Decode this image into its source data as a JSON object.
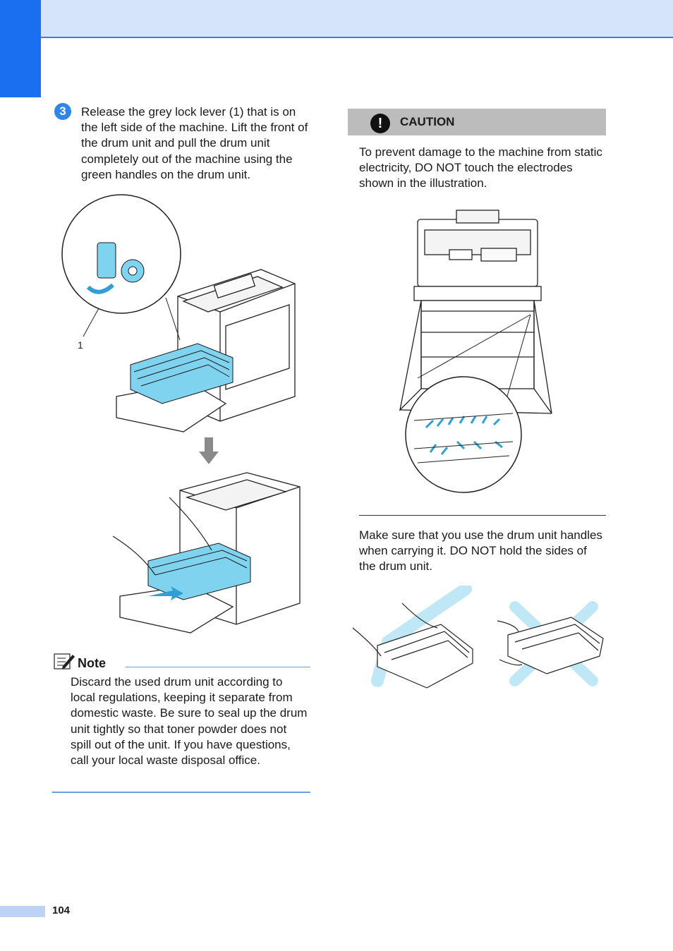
{
  "step": {
    "number": "3",
    "text": "Release the grey lock lever (1) that is on the left side of the machine. Lift the front of the drum unit and pull the drum unit completely out of the machine using the green handles on the drum unit."
  },
  "figures": {
    "lock_lever_callout": "1"
  },
  "note": {
    "title": "Note",
    "text": "Discard the used drum unit according to local regulations, keeping it separate from domestic waste. Be sure to seal up the drum unit tightly so that toner powder does not spill out of the unit. If you have questions, call your local waste disposal office."
  },
  "caution": {
    "icon_glyph": "!",
    "title": "CAUTION",
    "text": "To prevent damage to the machine from static electricity, DO NOT touch the electrodes shown in the illustration."
  },
  "handling": {
    "text": "Make sure that you use the drum unit handles when carrying it. DO NOT hold the sides of the drum unit."
  },
  "footer": {
    "page_number": "104"
  },
  "colors": {
    "accent_blue": "#1a6ff0",
    "header_band": "#d6e4fb",
    "illustration_cyan": "#7fd3ee",
    "caution_gray": "#bcbcbc"
  }
}
